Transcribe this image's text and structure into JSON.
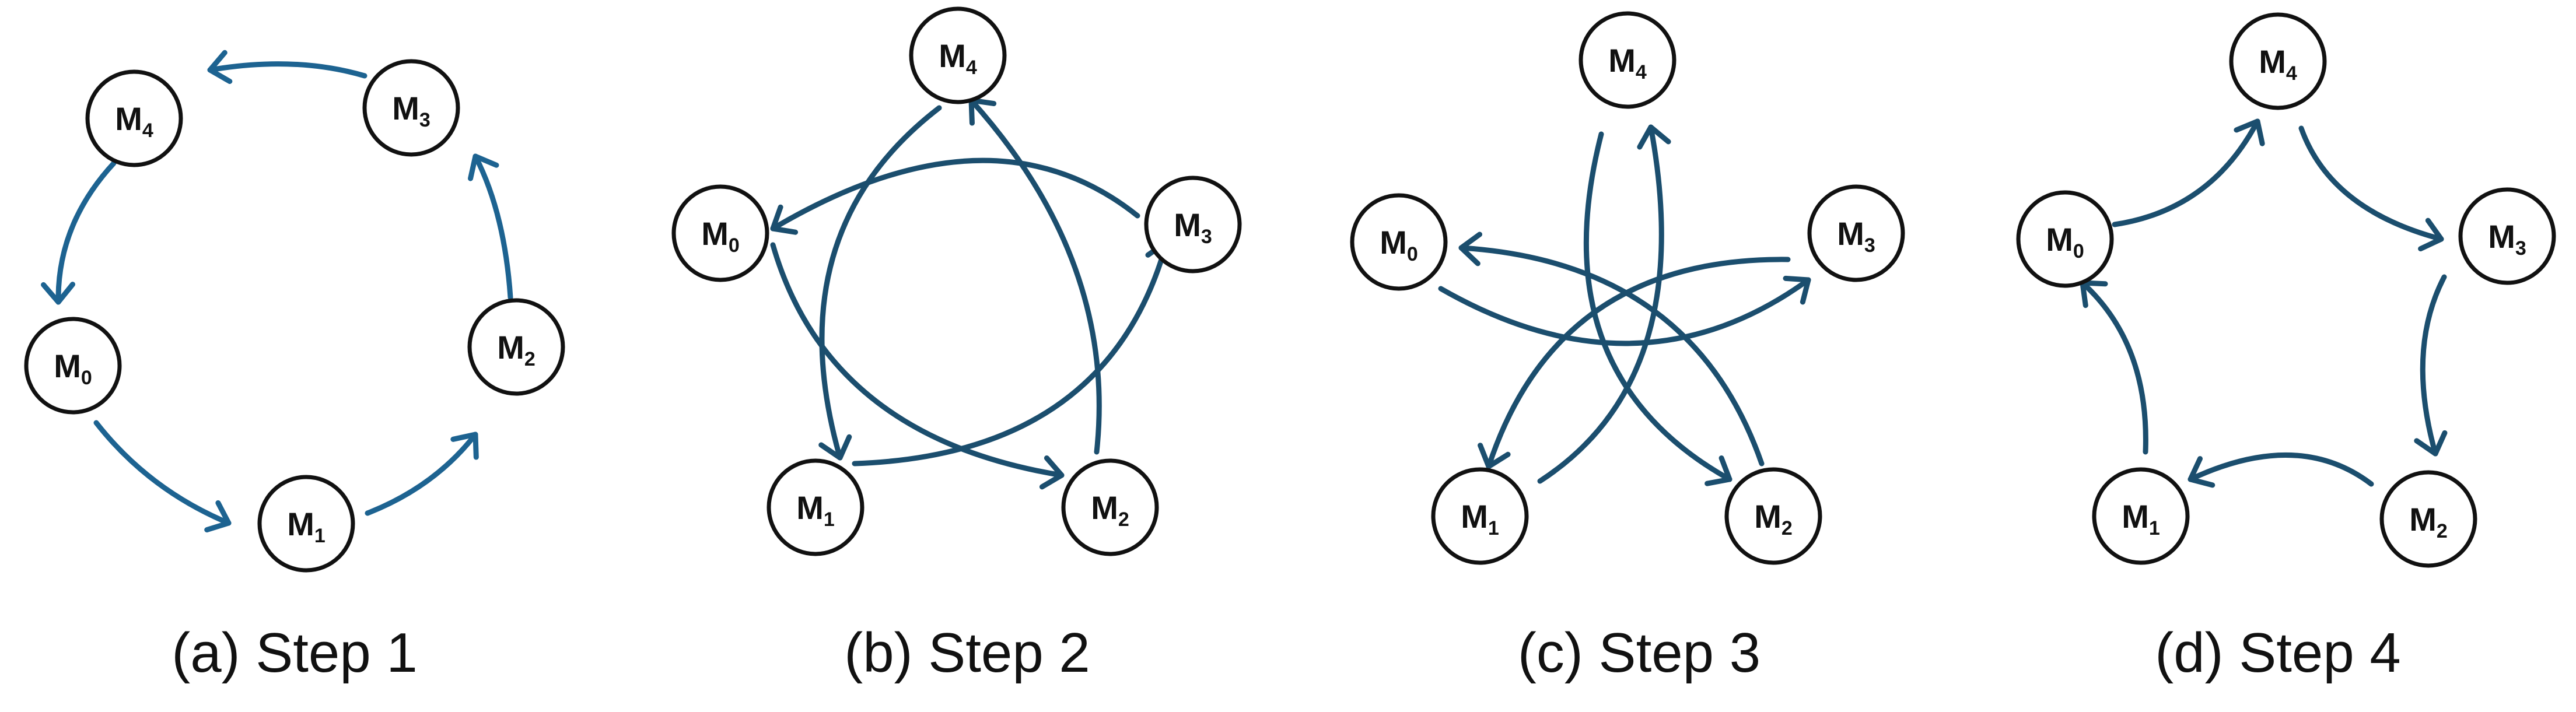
{
  "colors": {
    "edge_step1": "#1d6391",
    "edge_other": "#1b4e6e",
    "node_stroke": "#111111"
  },
  "node_base": "M",
  "panels": [
    {
      "caption": "(a) Step 1",
      "nodes": [
        {
          "id": "0",
          "sub": "0"
        },
        {
          "id": "1",
          "sub": "1"
        },
        {
          "id": "2",
          "sub": "2"
        },
        {
          "id": "3",
          "sub": "3"
        },
        {
          "id": "4",
          "sub": "4"
        }
      ],
      "edges": [
        {
          "from": "0",
          "to": "1"
        },
        {
          "from": "1",
          "to": "2"
        },
        {
          "from": "2",
          "to": "3"
        },
        {
          "from": "3",
          "to": "4"
        },
        {
          "from": "4",
          "to": "0"
        }
      ]
    },
    {
      "caption": "(b) Step 2",
      "nodes": [
        {
          "id": "0",
          "sub": "0"
        },
        {
          "id": "1",
          "sub": "1"
        },
        {
          "id": "2",
          "sub": "2"
        },
        {
          "id": "3",
          "sub": "3"
        },
        {
          "id": "4",
          "sub": "4"
        }
      ],
      "edges": [
        {
          "from": "0",
          "to": "2"
        },
        {
          "from": "1",
          "to": "3"
        },
        {
          "from": "2",
          "to": "4"
        },
        {
          "from": "3",
          "to": "0"
        },
        {
          "from": "4",
          "to": "1"
        }
      ]
    },
    {
      "caption": "(c) Step 3",
      "nodes": [
        {
          "id": "0",
          "sub": "0"
        },
        {
          "id": "1",
          "sub": "1"
        },
        {
          "id": "2",
          "sub": "2"
        },
        {
          "id": "3",
          "sub": "3"
        },
        {
          "id": "4",
          "sub": "4"
        }
      ],
      "edges": [
        {
          "from": "0",
          "to": "3"
        },
        {
          "from": "1",
          "to": "4"
        },
        {
          "from": "2",
          "to": "0"
        },
        {
          "from": "3",
          "to": "1"
        },
        {
          "from": "4",
          "to": "2"
        }
      ]
    },
    {
      "caption": "(d) Step 4",
      "nodes": [
        {
          "id": "0",
          "sub": "0"
        },
        {
          "id": "1",
          "sub": "1"
        },
        {
          "id": "2",
          "sub": "2"
        },
        {
          "id": "3",
          "sub": "3"
        },
        {
          "id": "4",
          "sub": "4"
        }
      ],
      "edges": [
        {
          "from": "0",
          "to": "4"
        },
        {
          "from": "4",
          "to": "3"
        },
        {
          "from": "3",
          "to": "2"
        },
        {
          "from": "2",
          "to": "1"
        },
        {
          "from": "1",
          "to": "0"
        }
      ]
    }
  ]
}
